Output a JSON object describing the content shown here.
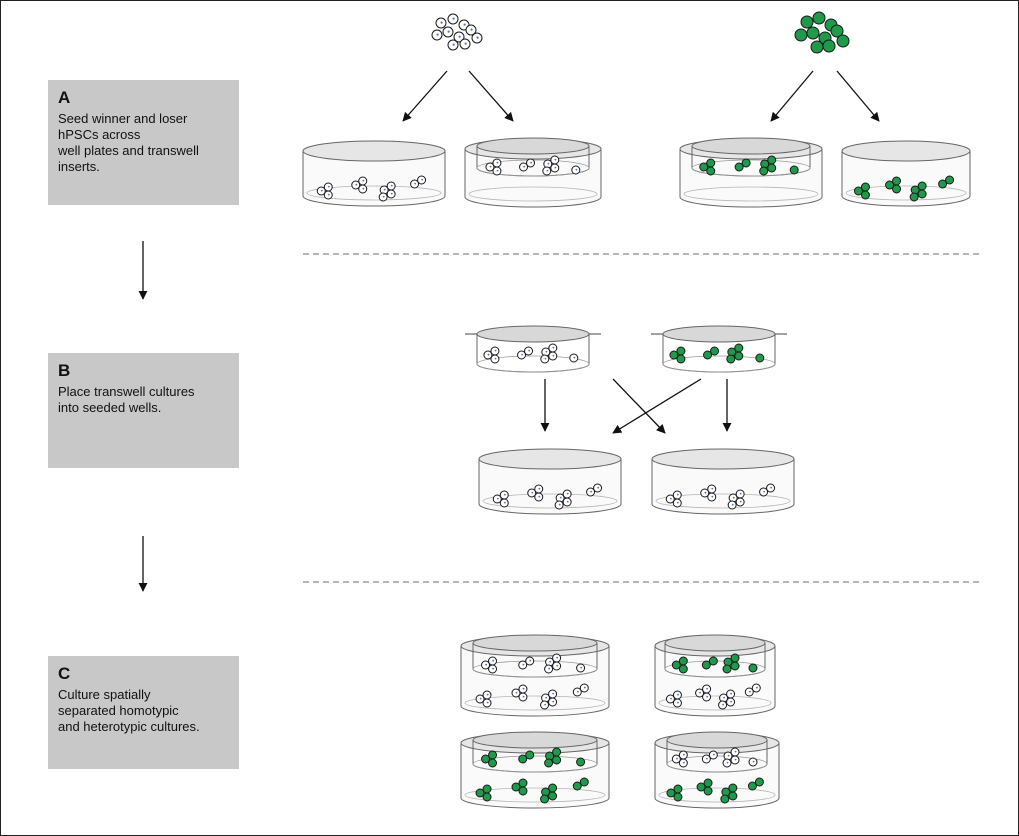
{
  "steps": [
    {
      "letter": "A",
      "text": "Seed winner and loser\nhPSCs across\nwell plates and transwell\ninserts."
    },
    {
      "letter": "B",
      "text": "Place transwell cultures\ninto seeded wells."
    },
    {
      "letter": "C",
      "text": "Culture spatially\nseparated homotypic\nand heterotypic cultures."
    }
  ],
  "colors": {
    "box": "#c8c8c8",
    "winner_cell": "#1f9a4a",
    "loser_cell": "#ffffff",
    "nucleus": "#4a77c4",
    "dish_stroke": "#666666",
    "dish_top": "#e6e6e6",
    "divider": "#8a8a8a"
  }
}
